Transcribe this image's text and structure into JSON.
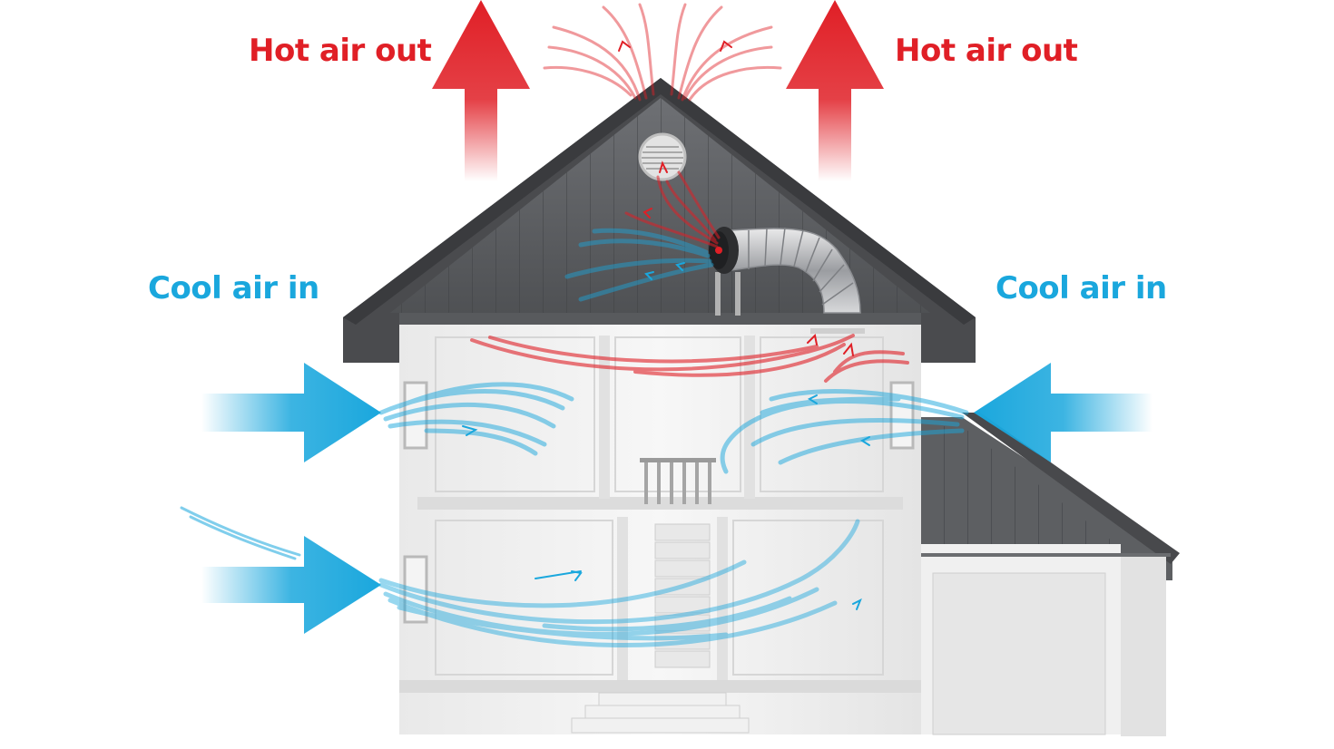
{
  "labels": {
    "hot_left": "Hot air out",
    "hot_right": "Hot air out",
    "cool_left": "Cool air in",
    "cool_right": "Cool air in"
  },
  "colors": {
    "hot": "#e01f26",
    "cool": "#1aa7dd",
    "roof": "#5b5d60",
    "wall": "#f2f2f2"
  },
  "icons": [
    "up-arrow-icon",
    "right-arrow-icon",
    "left-arrow-icon",
    "attic-fan-icon",
    "gable-vent-icon"
  ]
}
